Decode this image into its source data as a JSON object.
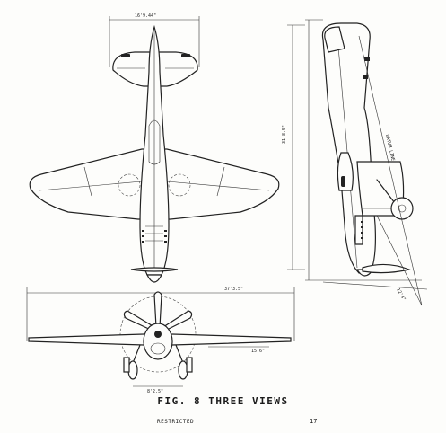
{
  "figure": {
    "caption": "FIG. 8  THREE VIEWS",
    "classification": "RESTRICTED",
    "page_number": "17"
  },
  "dimensions": {
    "top_view_tailplane_span": "16'9.44\"",
    "top_view_length": "31'8.5\"",
    "front_view_wingspan": "37'3.5\"",
    "front_view_wing_tip": "15'6\"",
    "front_view_track": "8'2.5\"",
    "side_view_line": "DATUM LINE",
    "side_view_height": "12'4\""
  },
  "views": [
    "top-view",
    "front-view",
    "side-view"
  ]
}
